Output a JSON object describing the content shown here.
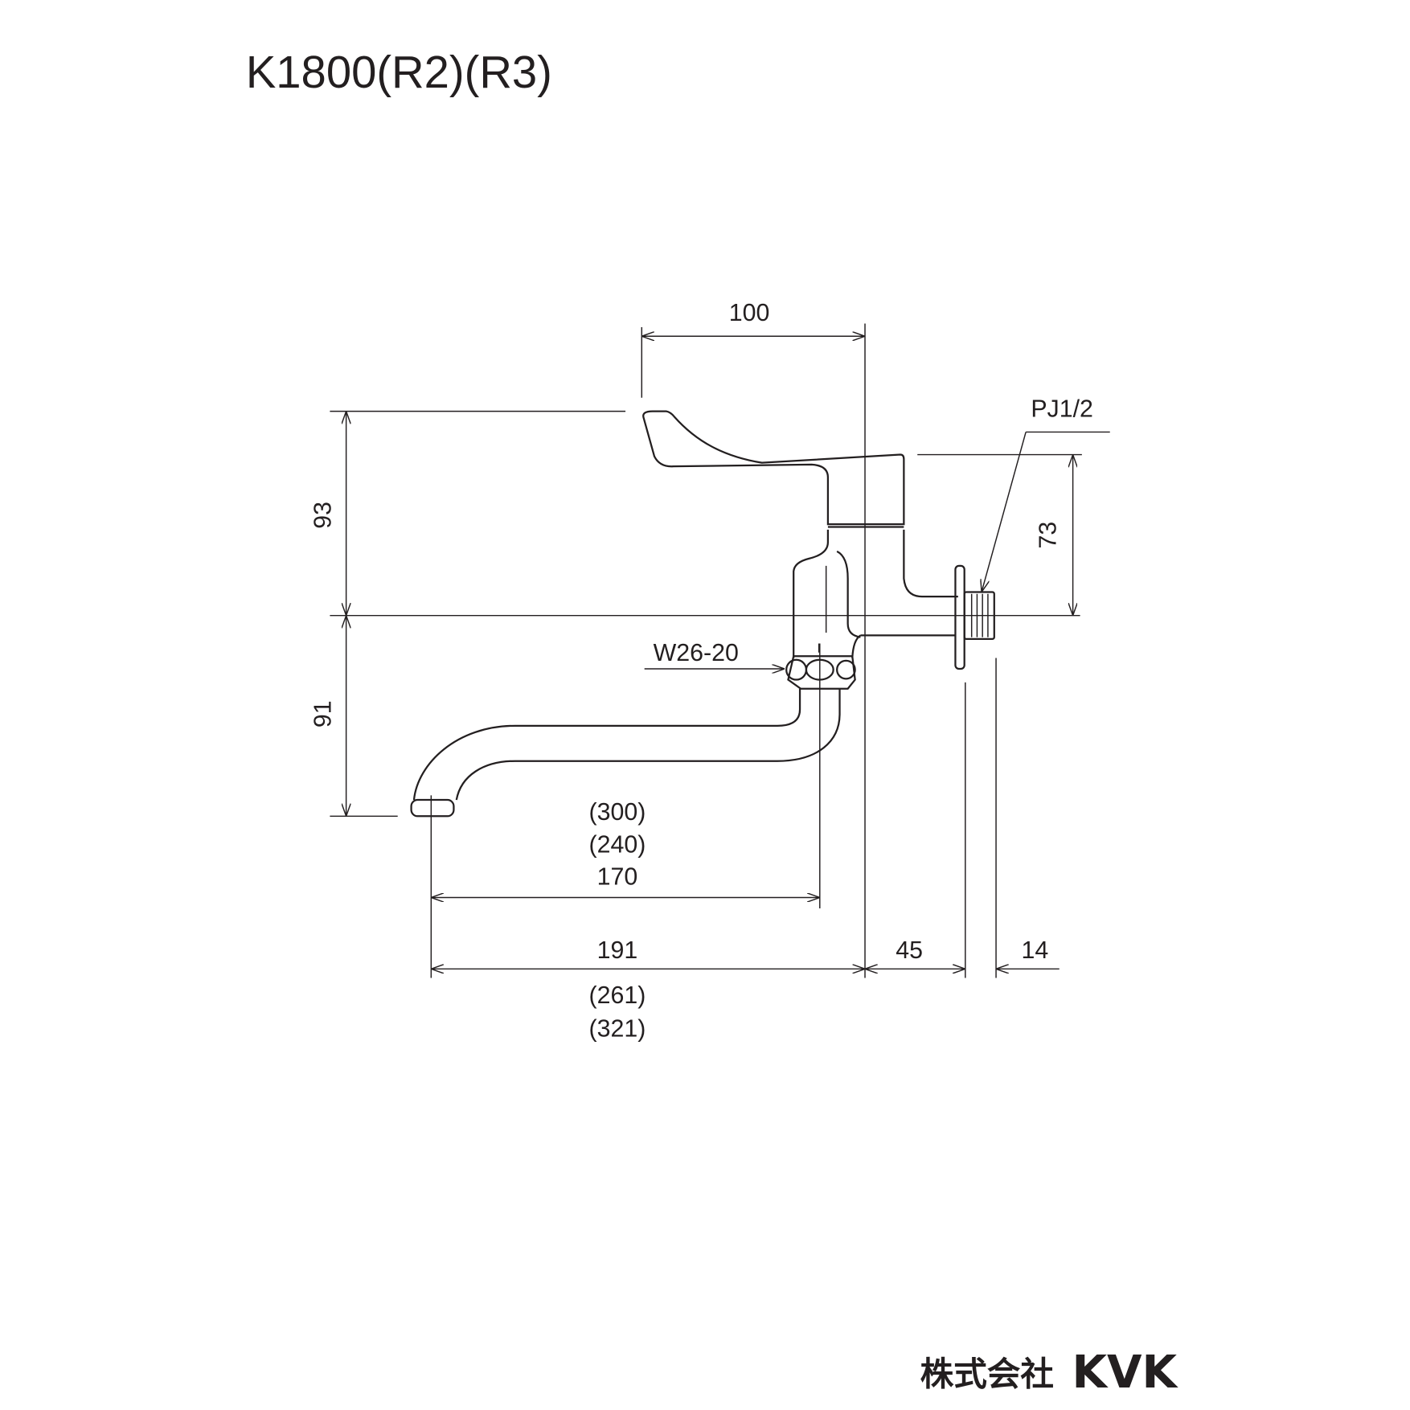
{
  "title": "K1800(R2)(R3)",
  "dimensions": {
    "handle_offset": "100",
    "height_upper": "93",
    "height_lower": "91",
    "inlet_height": "73",
    "thread_label": "PJ1/2",
    "nut_label": "W26-20",
    "spout_reach_alt1": "(300)",
    "spout_reach_alt2": "(240)",
    "spout_reach": "170",
    "overall_reach": "191",
    "overall_reach_alt1": "(261)",
    "overall_reach_alt2": "(321)",
    "wall_offset": "45",
    "thread_length": "14"
  },
  "logo": {
    "text_jp": "株式会社",
    "brand": "KVK"
  }
}
